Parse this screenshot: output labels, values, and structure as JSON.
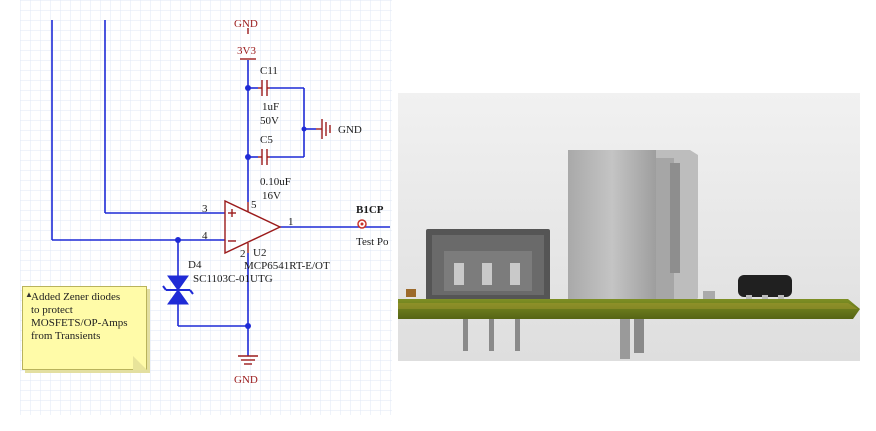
{
  "schematic": {
    "net_labels": {
      "gnd_top": "GND",
      "rail_3v3": "3V3",
      "gnd_caps": "GND",
      "gnd_bottom": "GND"
    },
    "components": {
      "c11": {
        "ref": "C11",
        "value": "1uF",
        "voltage": "50V"
      },
      "c5": {
        "ref": "C5",
        "value": "0.10uF",
        "voltage": "16V"
      },
      "u2": {
        "ref": "U2",
        "part": "MCP6541RT-E/OT",
        "pin_plus": "3",
        "pin_minus": "4",
        "pin_out": "1",
        "pin_vdd": "5",
        "pin_vss": "2"
      },
      "d4": {
        "ref": "D4",
        "part": "SC1103C-01UTG"
      },
      "tp": {
        "ref": "B1CP",
        "name": "Test Po"
      }
    },
    "note": {
      "lines": [
        "Added Zener diodes",
        "to protect",
        "MOSFETS/OP-Amps",
        "from Transients"
      ]
    },
    "colors": {
      "wire": "#1f2bd6",
      "component": "#9b1b1b",
      "grid": "#dfe7f5",
      "note_bg": "#fffba8"
    }
  },
  "render3d": {
    "colors": {
      "background": "#e9e9e9",
      "pcb": "#6e7f1a",
      "connector": "#b8b8b8",
      "ic": "#202020"
    }
  }
}
